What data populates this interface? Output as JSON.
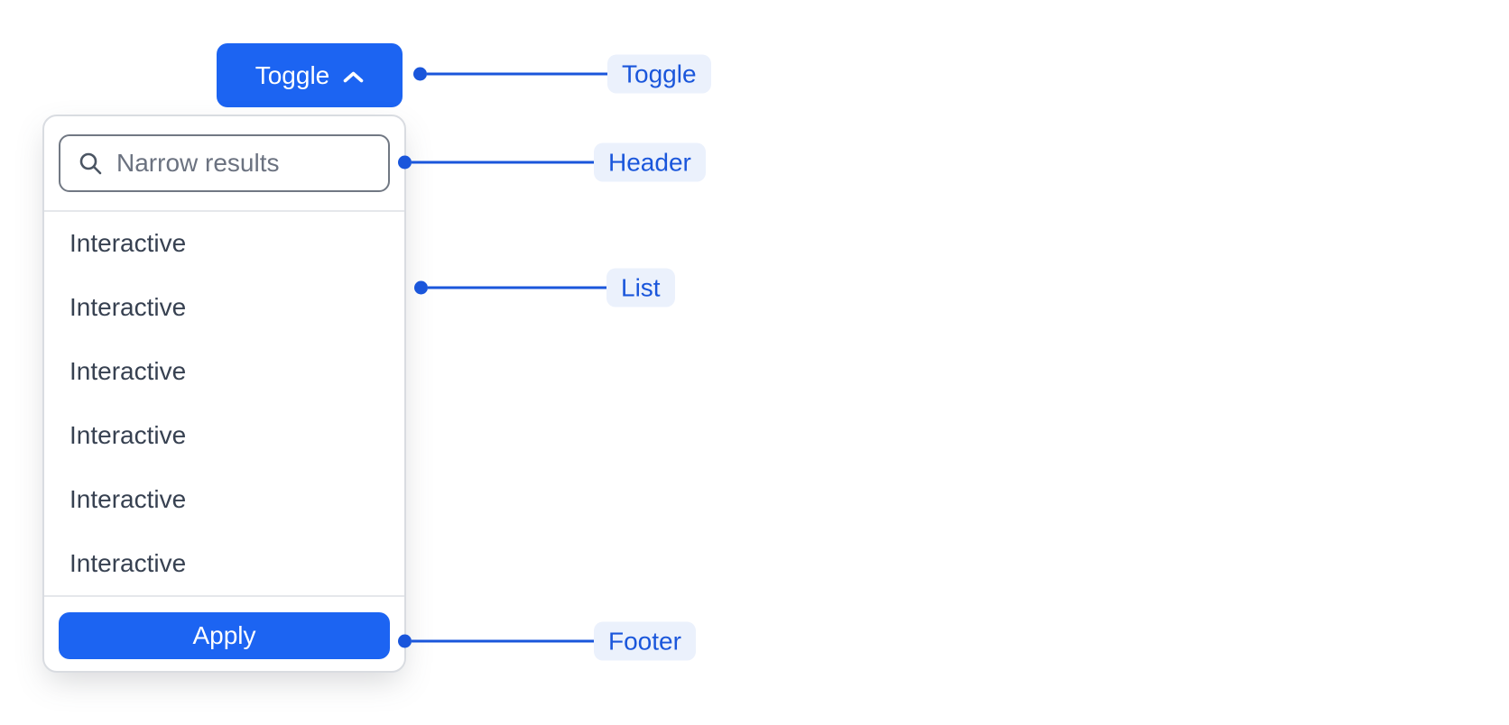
{
  "toggle_button": {
    "label": "Toggle",
    "icon": "chevron-up-icon"
  },
  "dropdown": {
    "header": {
      "icon": "search-icon",
      "search_placeholder": "Narrow results",
      "search_value": ""
    },
    "list": {
      "items": [
        "Interactive",
        "Interactive",
        "Interactive",
        "Interactive",
        "Interactive",
        "Interactive"
      ]
    },
    "footer": {
      "apply_label": "Apply"
    }
  },
  "annotations": {
    "toggle": {
      "label": "Toggle"
    },
    "header": {
      "label": "Header"
    },
    "list": {
      "label": "List"
    },
    "footer": {
      "label": "Footer"
    }
  },
  "colors": {
    "primary": "#1C64F2",
    "annotation": "#1A56DB",
    "pill-bg": "#EBF1FC",
    "panel-border": "#D9DCE1",
    "divider": "#E5E7EB",
    "input-border": "#717883",
    "list-text": "#374151",
    "placeholder": "#6B7280",
    "icon-gray": "#4B5563"
  }
}
